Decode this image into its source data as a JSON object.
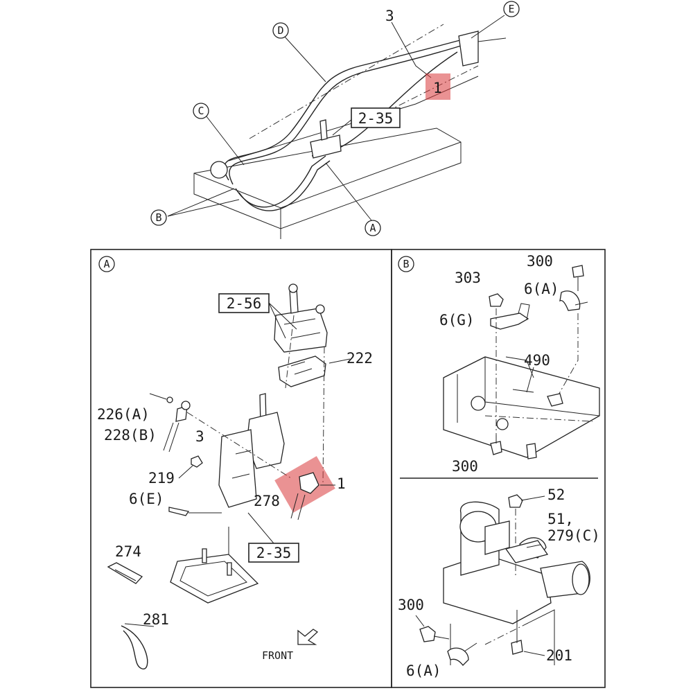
{
  "callouts": {
    "top_a": "A",
    "top_b": "B",
    "top_c": "C",
    "top_d": "D",
    "top_e": "E",
    "panel_a": "A",
    "panel_b": "B"
  },
  "labels": {
    "top_3": "3",
    "top_1": "1",
    "top_ref_235": "2-35",
    "a_ref_256": "2-56",
    "a_222": "222",
    "a_226a": "226(A)",
    "a_228b": "228(B)",
    "a_3": "3",
    "a_219": "219",
    "a_6e": "6(E)",
    "a_278": "278",
    "a_1": "1",
    "a_ref_235": "2-35",
    "a_274": "274",
    "a_281": "281",
    "a_front": "FRONT",
    "b_303": "303",
    "b_300_top": "300",
    "b_6a": "6(A)",
    "b_6g": "6(G)",
    "b_490": "490",
    "b_300_bottom": "300",
    "c_52": "52",
    "c_51": "51,",
    "c_279c": "279(C)",
    "c_300": "300",
    "c_6a": "6(A)",
    "c_201": "201"
  },
  "colors": {
    "highlight": "#d9383a",
    "line": "#222222"
  }
}
